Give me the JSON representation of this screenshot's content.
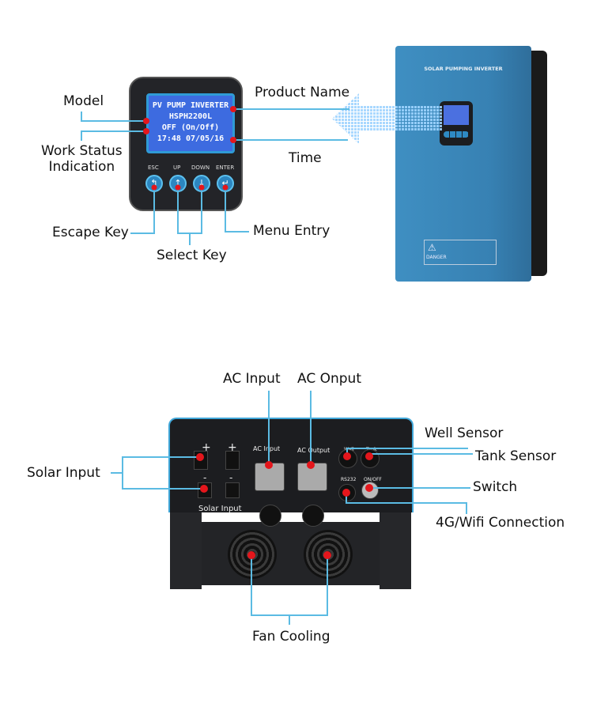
{
  "top": {
    "display": {
      "lines": [
        "PV PUMP INVERTER",
        "HSPH2200L",
        "OFF (On/Off)",
        "17:48 07/05/16"
      ],
      "keys": [
        {
          "label": "ESC",
          "icon": "return-arrow"
        },
        {
          "label": "UP",
          "icon": "arrow-up"
        },
        {
          "label": "DOWN",
          "icon": "arrow-down"
        },
        {
          "label": "ENTER",
          "icon": "enter-arrow"
        }
      ]
    },
    "callouts": {
      "model": "Model",
      "work_status": "Work Status\nIndication",
      "product_name": "Product Name",
      "time": "Time",
      "escape_key": "Escape Key",
      "select_key": "Select Key",
      "menu_entry": "Menu Entry"
    },
    "inverter": {
      "front_title": "SOLAR PUMPING INVERTER",
      "warning": "DANGER"
    }
  },
  "bottom": {
    "panel_labels": {
      "plus": "+",
      "minus": "-",
      "solar_input": "Solar Input",
      "ac_input": "AC Input",
      "ac_output": "AC Output",
      "well": "Well",
      "tank": "Tank",
      "rs232": "RS232",
      "onoff": "ON/OFF"
    },
    "callouts": {
      "ac_input": "AC Input",
      "ac_output": "AC Onput",
      "well_sensor": "Well Sensor",
      "tank_sensor": "Tank Sensor",
      "switch": "Switch",
      "connection": "4G/Wifi Connection",
      "solar_input": "Solar Input",
      "fan_cooling": "Fan Cooling"
    }
  },
  "colors": {
    "line": "#5bbbe3",
    "dot": "#e4161c",
    "inverter_blue": "#3a87b9",
    "housing": "#1e1f22"
  }
}
